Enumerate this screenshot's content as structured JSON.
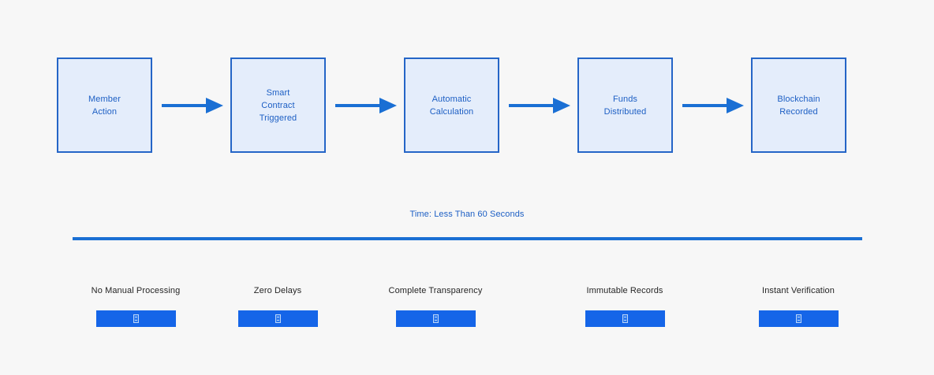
{
  "theme": {
    "background": "#f7f7f7",
    "node_fill": "#e4edfb",
    "node_border": "#2565c7",
    "node_text": "#1d5fc4",
    "arrow": "#1a6fd4",
    "divider": "#1a6fd4",
    "button_fill": "#1565e8",
    "benefit_text": "#262626"
  },
  "flow": {
    "nodes": [
      {
        "label": "Member\nAction"
      },
      {
        "label": "Smart\nContract\nTriggered"
      },
      {
        "label": "Automatic\nCalculation"
      },
      {
        "label": "Funds\nDistributed"
      },
      {
        "label": "Blockchain\nRecorded"
      }
    ],
    "arrows": [
      {
        "icon": "arrow-right-icon"
      },
      {
        "icon": "arrow-right-icon"
      },
      {
        "icon": "arrow-right-icon"
      },
      {
        "icon": "arrow-right-icon"
      }
    ]
  },
  "time_caption": "Time: Less Than 60 Seconds",
  "benefits": [
    {
      "label": "No Manual Processing",
      "button_glyph": "missing-glyph-icon"
    },
    {
      "label": "Zero Delays",
      "button_glyph": "missing-glyph-icon"
    },
    {
      "label": "Complete Transparency",
      "button_glyph": "missing-glyph-icon"
    },
    {
      "label": "Immutable Records",
      "button_glyph": "missing-glyph-icon"
    },
    {
      "label": "Instant Verification",
      "button_glyph": "missing-glyph-icon"
    }
  ]
}
